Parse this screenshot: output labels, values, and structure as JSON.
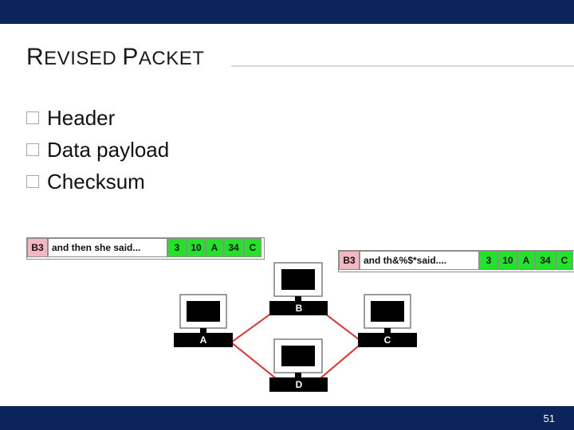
{
  "slide": {
    "title": {
      "cap1": "R",
      "rest1": "EVISED ",
      "cap2": "P",
      "rest2": "ACKET"
    },
    "bullets": [
      "Header",
      "Data payload",
      "Checksum"
    ],
    "page_number": "51"
  },
  "packets": [
    {
      "id": "B3",
      "payload": "and then she said...",
      "fields": [
        "3",
        "10",
        "A",
        "34",
        "C"
      ]
    },
    {
      "id": "B3",
      "payload": "and th&%$*said....",
      "fields": [
        "3",
        "10",
        "A",
        "34",
        "C"
      ]
    }
  ],
  "network": {
    "nodes": [
      "A",
      "B",
      "C",
      "D"
    ]
  },
  "colors": {
    "bar": "#0b2459",
    "id_fill": "#f2b7bf",
    "field_fill": "#22e32a",
    "link": "#e52a2a"
  }
}
